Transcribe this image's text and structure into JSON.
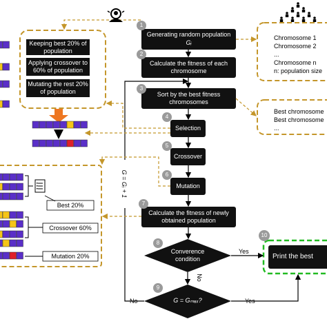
{
  "steps": [
    {
      "num": "1",
      "label": "Generating random population",
      "sub": "Gᵢ"
    },
    {
      "num": "2",
      "label": "Calculate the fitness of each chromosome"
    },
    {
      "num": "3",
      "label": "Sort by the best fitness chromosomes"
    },
    {
      "num": "4",
      "label": "Selection"
    },
    {
      "num": "5",
      "label": "Crossover"
    },
    {
      "num": "6",
      "label": "Mutation"
    },
    {
      "num": "7",
      "label": "Calculate the fitness of newly obtained population"
    },
    {
      "num": "8",
      "label": "Converence condition"
    },
    {
      "num": "9",
      "label": "G = Gₘₐₓ?"
    },
    {
      "num": "10",
      "label": "Print the best"
    }
  ],
  "loop_label": "G = Gᵢ + 1",
  "edge_labels": {
    "yes_1": "Yes",
    "no_1": "No",
    "yes_2": "Yes",
    "no_2": "No"
  },
  "population_box": {
    "lines": [
      "Chromosome 1",
      "Chromosome 2",
      "...",
      "Chromosome n",
      "n: population size"
    ]
  },
  "best_box": {
    "lines": [
      "Best chromosome",
      "Best chromosome",
      "..."
    ]
  },
  "strategy_box": {
    "lines": [
      "Keeping best 20% of population",
      "Applying crossover to 60% of population",
      "Mutating the rest 20% of population"
    ]
  },
  "left_labels": {
    "best": "Best 20%",
    "crossover": "Crossover 60%",
    "mutation": "Mutation 20%"
  },
  "colors": {
    "process": "#111111",
    "step_circle": "#9a9a9a",
    "dashed_gold": "#c4962a",
    "green": "#22bb22",
    "purple": "#5a2fc8",
    "yellow": "#f5c518",
    "red": "#e0202a",
    "orange": "#ee7722"
  },
  "icons": [
    "user-icon",
    "population-icon",
    "checklist-icon"
  ]
}
